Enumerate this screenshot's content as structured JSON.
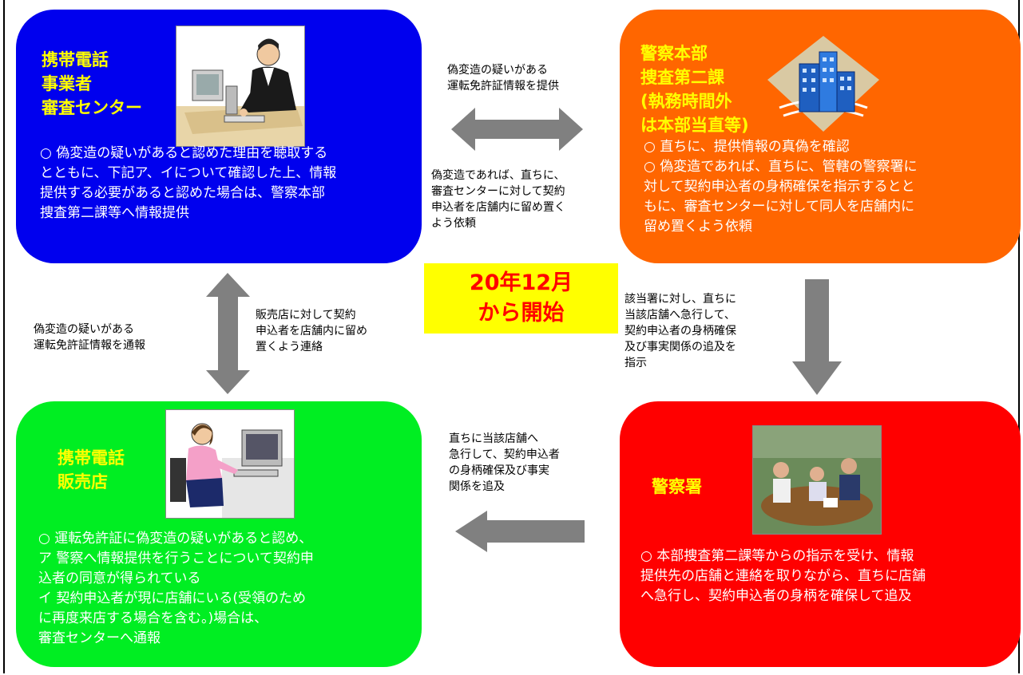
{
  "colors": {
    "blue_box": "#0000ee",
    "orange_box": "#ff6600",
    "green_box": "#00ee22",
    "red_box": "#ff0000",
    "arrow": "#808080",
    "badge_bg": "#ffff00",
    "badge_text": "#ff0000",
    "title_yellow": "#ffff00",
    "body_white": "#ffffff"
  },
  "carrier_center": {
    "title": "携帯電話\n事業者\n審査センター",
    "body": "○  偽変造の疑いがあると認めた理由を聴取する\nとともに、下記ア、イについて確認した上、情報\n提供する必要があると認めた場合は、警察本部\n捜査第二課等へ情報提供",
    "image": "office-worker-on-phone-illustration"
  },
  "police_hq": {
    "title": "警察本部\n捜査第二課\n(執務時間外\nは本部当直等)",
    "body": "○  直ちに、提供情報の真偽を確認\n○  偽変造であれば、直ちに、管轄の警察署に\n  対して契約申込者の身柄確保を指示するとと\n  もに、審査センターに対して同人を店舗内に\n  留め置くよう依頼",
    "image": "office-buildings-illustration"
  },
  "store": {
    "title": "携帯電話\n販売店",
    "body": "○  運転免許証に偽変造の疑いがあると認め、\n  ア  警察へ情報提供を行うことについて契約申\n      込者の同意が得られている\n  イ  契約申込者が現に店舗にいる(受領のため\n  に再度来店する場合を含む。)場合は、\n  審査センターへ通報",
    "image": "woman-at-computer-illustration"
  },
  "police_station": {
    "title": "警察署",
    "body": "○  本部捜査第二課等からの指示を受け、情報\n  提供先の店舗と連絡を取りながら、直ちに店舗\n  へ急行し、契約申込者の身柄を確保して追及",
    "image": "meeting-photo"
  },
  "labels": {
    "top_upper": "偽変造の疑いがある\n運転免許証情報を提供",
    "top_lower": "偽変造であれば、直ちに、\n審査センターに対して契約\n申込者を店舗内に留め置く\nよう依頼",
    "left_report": "偽変造の疑いがある\n運転免許証情報を通報",
    "left_contact": "販売店に対して契約\n申込者を店舗内に留め\n置くよう連絡",
    "right_instruct": "該当署に対し、直ちに\n当該店舗へ急行して、\n契約申込者の身柄確保\n及び事実関係の追及を\n指示",
    "bottom_rush": "直ちに当該店舗へ\n急行して、契約申込者\nの身柄確保及び事実\n関係を追及"
  },
  "badge": "20年12月\nから開始"
}
